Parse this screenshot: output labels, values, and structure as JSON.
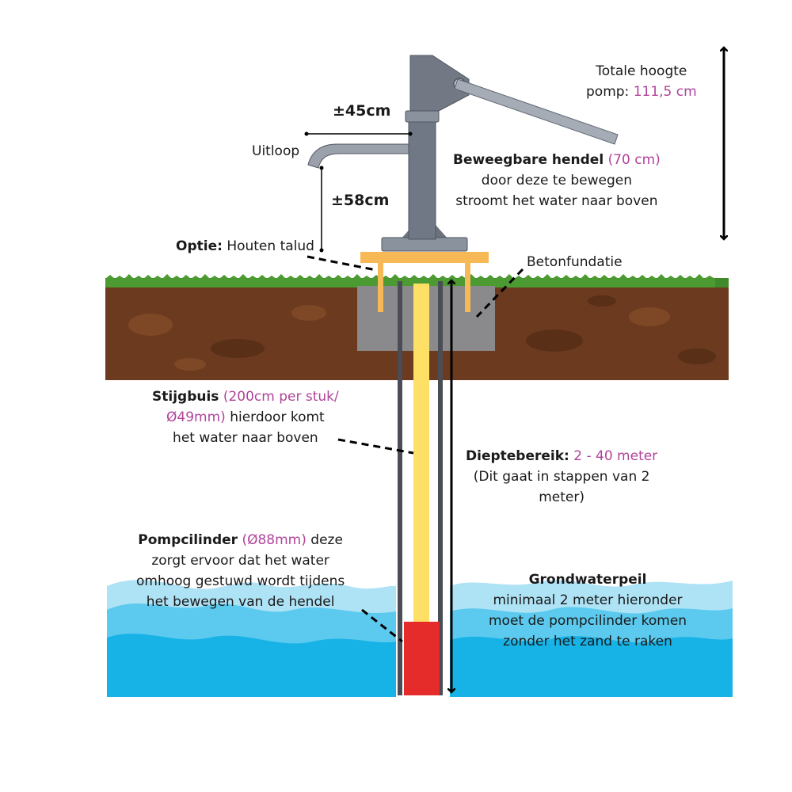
{
  "colors": {
    "accent": "#b0439a",
    "soil": "#6b3a1f",
    "grass": "#3f8a2a",
    "water_deep": "#17b2e6",
    "water_light": "#aee2f5",
    "concrete": "#8a8a8c",
    "wood": "#f7b955",
    "pipe": "#ffe066",
    "cylinder": "#e62b2b",
    "pump_metal": "#5d6470"
  },
  "labels": {
    "height": {
      "line1": "Totale hoogte",
      "prefix": "pomp:",
      "value": "111,5 cm"
    },
    "width_dim": "±45cm",
    "spout": "Uitloop",
    "spout_height": "±58cm",
    "handle": {
      "title": "Beweegbare hendel",
      "spec": "(70 cm)",
      "line2": "door deze te bewegen",
      "line3": "stroomt het water naar boven"
    },
    "option": {
      "title": "Optie:",
      "text": "Houten talud"
    },
    "foundation": "Betonfundatie",
    "riser": {
      "title": "Stijgbuis",
      "spec_a": "(200cm per stuk/",
      "spec_b": "Ø49mm)",
      "line2_rest": "hierdoor komt",
      "line3": "het water naar boven"
    },
    "depth": {
      "title": "Dieptebereik:",
      "value": "2 - 40 meter",
      "line2": "(Dit gaat in stappen van 2",
      "line3": "meter)"
    },
    "cylinder": {
      "title": "Pompcilinder",
      "spec": "(Ø88mm)",
      "line1_rest": "deze",
      "line2": "zorgt ervoor dat het water",
      "line3": "omhoog gestuwd wordt tijdens",
      "line4": "het bewegen van de hendel"
    },
    "groundwater": {
      "title": "Grondwaterpeil",
      "line2": "minimaal 2 meter hieronder",
      "line3": "moet de pompcilinder komen",
      "line4": "zonder het zand te raken"
    }
  }
}
